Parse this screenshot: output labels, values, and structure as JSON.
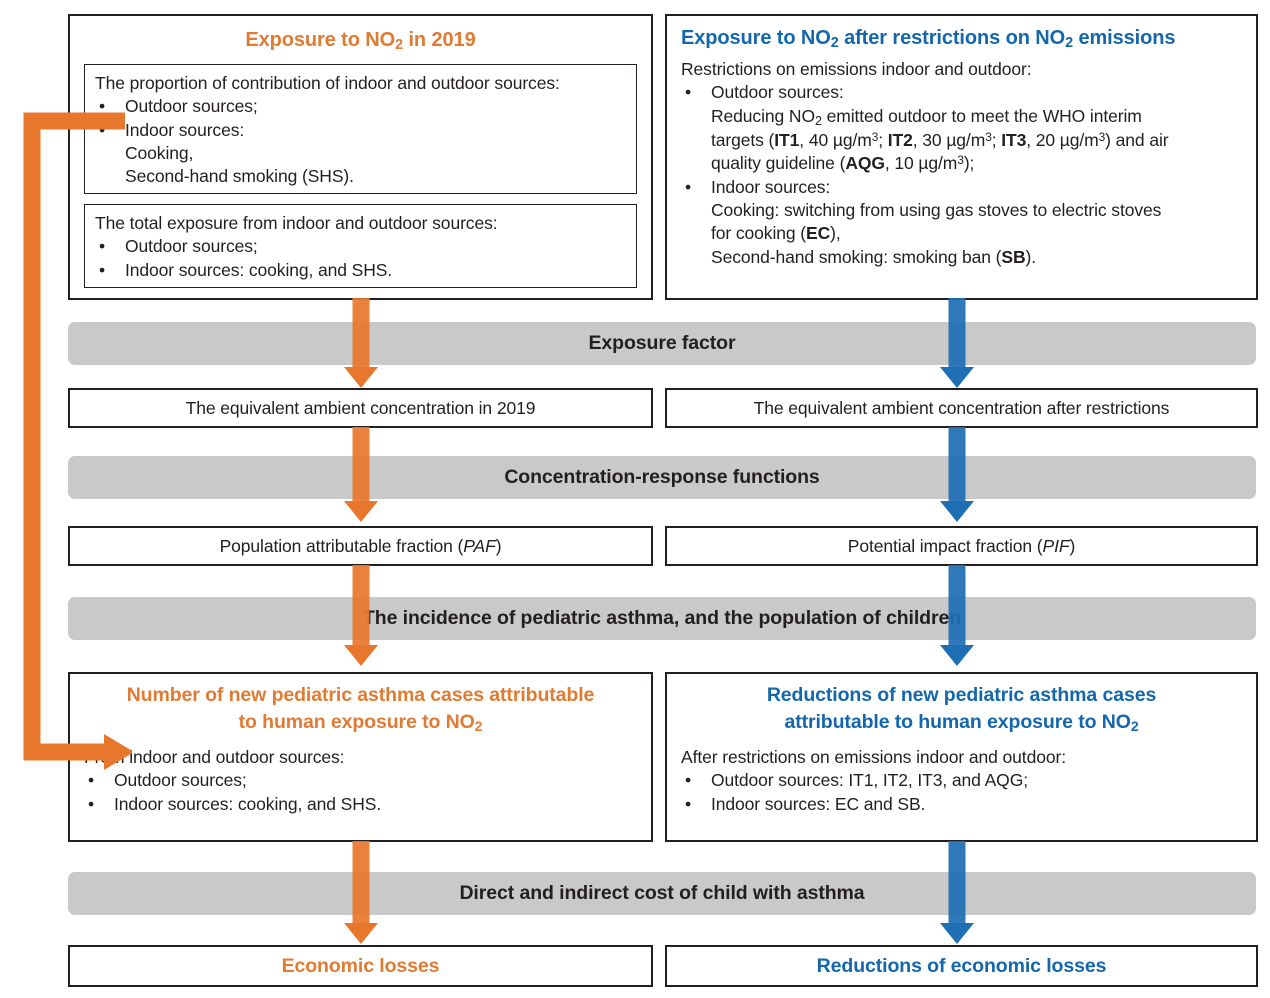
{
  "colors": {
    "orange": "#e8772e",
    "orange_text": "#e07b33",
    "blue": "#1f6fb5",
    "blue_text": "#1467ac",
    "gray_bar": "#c9c9c9",
    "outline": "#231f20"
  },
  "left_panel": {
    "title_part1": "Exposure to NO",
    "title_sub": "2",
    "title_part2": " in 2019",
    "box_a": {
      "intro": "The proportion of contribution of indoor and outdoor sources:",
      "bullets": [
        "Outdoor sources;",
        "Indoor sources:"
      ],
      "sub_lines": [
        "Cooking,",
        "Second-hand smoking (SHS)."
      ],
      "bullet_glyph": "•"
    },
    "box_b": {
      "intro": "The total exposure from indoor and outdoor sources:",
      "bullets": [
        "Outdoor sources;",
        "Indoor sources: cooking, and SHS."
      ],
      "bullet_glyph": "•"
    }
  },
  "right_panel": {
    "title_part1": "Exposure to NO",
    "title_sub1": "2",
    "title_part2": " after restrictions on NO",
    "title_sub2": "2",
    "title_part3": " emissions",
    "intro": "Restrictions on emissions indoor and outdoor:",
    "bullet_glyph": "•",
    "bullet_outdoor": "Outdoor sources:",
    "outdoor_line1_a": "Reducing NO",
    "outdoor_line1_sub": "2",
    "outdoor_line1_b": " emitted outdoor to meet the WHO interim",
    "outdoor_line2_pre": "targets (",
    "outdoor_it1": "IT1",
    "outdoor_it1_val": ", 40 µg/m",
    "outdoor_it1_sup": "3",
    "outdoor_sep1": "; ",
    "outdoor_it2": "IT2",
    "outdoor_it2_val": ", 30 µg/m",
    "outdoor_it2_sup": "3",
    "outdoor_sep2": "; ",
    "outdoor_it3": "IT3",
    "outdoor_it3_val": ", 20 µg/m",
    "outdoor_it3_sup": "3",
    "outdoor_line2_post": ") and air",
    "outdoor_line3_pre": "quality guideline (",
    "outdoor_aqg": "AQG",
    "outdoor_aqg_val": ", 10 µg/m",
    "outdoor_aqg_sup": "3",
    "outdoor_line3_post": ");",
    "bullet_indoor": "Indoor sources:",
    "indoor_line1": "Cooking: switching from using gas stoves to electric stoves",
    "indoor_line2_pre": "for cooking (",
    "indoor_ec": "EC",
    "indoor_line2_post": "),",
    "indoor_line3_pre": "Second-hand smoking: smoking ban (",
    "indoor_sb": "SB",
    "indoor_line3_post": ")."
  },
  "bars": {
    "exposure_factor": "Exposure factor",
    "crf": "Concentration-response functions",
    "incidence": "The incidence of pediatric asthma, and the population of children",
    "cost": "Direct and indirect cost of child with asthma"
  },
  "row_concentration": {
    "left": "The equivalent ambient concentration in 2019",
    "right": "The equivalent ambient concentration after restrictions"
  },
  "row_fraction": {
    "left_pre": "Population attributable fraction (",
    "left_italic": "PAF",
    "left_post": ")",
    "right_pre": "Potential impact fraction (",
    "right_italic": "PIF",
    "right_post": ")"
  },
  "row_cases": {
    "left": {
      "title_line1": "Number of new pediatric asthma cases attributable",
      "title_line2_a": "to human exposure to NO",
      "title_line2_sub": "2",
      "intro": "From indoor and outdoor sources:",
      "bullet_glyph": "•",
      "bullets": [
        "Outdoor sources;",
        "Indoor sources: cooking, and SHS."
      ]
    },
    "right": {
      "title_line1": "Reductions of new pediatric asthma cases",
      "title_line2_a": "attributable to human exposure to NO",
      "title_line2_sub": "2",
      "intro": "After restrictions on emissions indoor and outdoor:",
      "bullet_glyph": "•",
      "bullets": [
        "Outdoor sources: IT1, IT2, IT3, and AQG;",
        "Indoor sources: EC and SB."
      ]
    }
  },
  "row_losses": {
    "left": "Economic losses",
    "right": "Reductions of economic losses"
  }
}
